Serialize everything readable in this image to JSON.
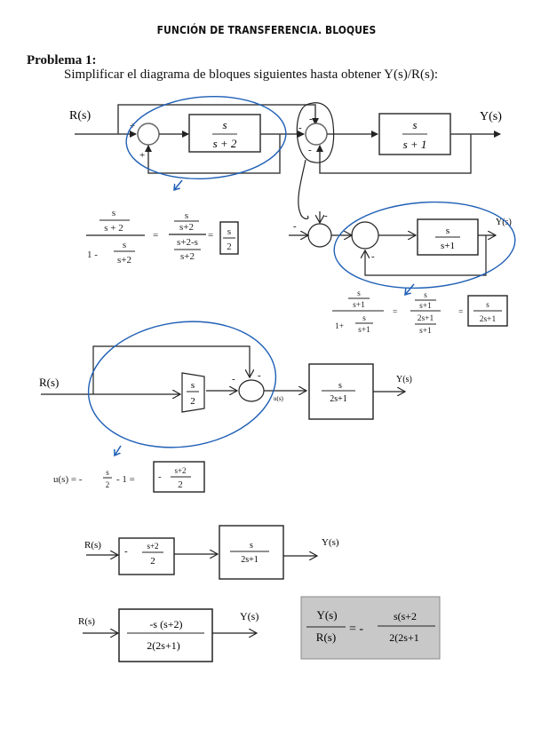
{
  "document": {
    "title": "FUNCIÓN DE TRANSFERENCIA. BLOQUES",
    "problem_label": "Problema 1:",
    "instruction": "Simplificar el diagrama de bloques siguientes hasta obtener Y(s)/R(s):"
  },
  "diagram_original": {
    "input_label": "R(s)",
    "output_label": "Y(s)",
    "block1": {
      "num": "s",
      "den": "s + 2"
    },
    "block2": {
      "num": "s",
      "den": "s + 1"
    },
    "sum1_signs": {
      "left": "+",
      "bottom": "+"
    },
    "sum2_signs": {
      "top": "-",
      "left": "-",
      "bottom": "-"
    }
  },
  "step1_calc": {
    "lhs_num_num": "s",
    "lhs_num_den": "s + 2",
    "lhs_den_a": "1 -",
    "lhs_den_num": "s",
    "lhs_den_den": "s+2",
    "eq": "=",
    "mid_num_num": "s",
    "mid_num_den": "s+2",
    "mid_den_num": "s+2-s",
    "mid_den_den": "s+2",
    "result_num": "s",
    "result_den": "2"
  },
  "step2_diagram": {
    "block": {
      "num": "s",
      "den": "s+1"
    },
    "output_label": "Y(s)",
    "sign_minus": "-"
  },
  "step2_calc": {
    "lhs_num_num": "s",
    "lhs_num_den": "s+1",
    "lhs_den_a": "1+",
    "lhs_den_num": "s",
    "lhs_den_den": "s+1",
    "eq": "=",
    "mid_num_num": "s",
    "mid_num_den": "s+1",
    "mid_den_num": "2s+1",
    "mid_den_den": "s+1",
    "result_num": "s",
    "result_den": "2s+1"
  },
  "step3_diagram": {
    "input_label": "R(s)",
    "gain_num": "s",
    "gain_den": "2",
    "sum_signs": {
      "left": "-",
      "top": "-"
    },
    "inter_label": "u(s)",
    "block": {
      "num": "s",
      "den": "2s+1"
    },
    "output_label": "Y(s)"
  },
  "step3_calc": {
    "expr": "u(s) = -",
    "frac_num": "s",
    "frac_den": "2",
    "tail": "- 1 =",
    "result_sign": "-",
    "result_num": "s+2",
    "result_den": "2"
  },
  "step4_diagram": {
    "input_label": "R(s)",
    "block1_sign": "-",
    "block1_num": "s+2",
    "block1_den": "2",
    "block2_num": "s",
    "block2_den": "2s+1",
    "output_label": "Y(s)"
  },
  "step5_diagram": {
    "input_label": "R(s)",
    "block_num": "-s (s+2)",
    "block_den": "2(2s+1)",
    "output_label": "Y(s)"
  },
  "final_result": {
    "lhs_num": "Y(s)",
    "lhs_den": "R(s)",
    "eq": "= -",
    "rhs_num": "s(s+2",
    "rhs_den": "2(2s+1",
    "bg_color": "#c8c8c8"
  },
  "colors": {
    "annotation_blue": "#1f5fb5",
    "ink": "#222222"
  }
}
